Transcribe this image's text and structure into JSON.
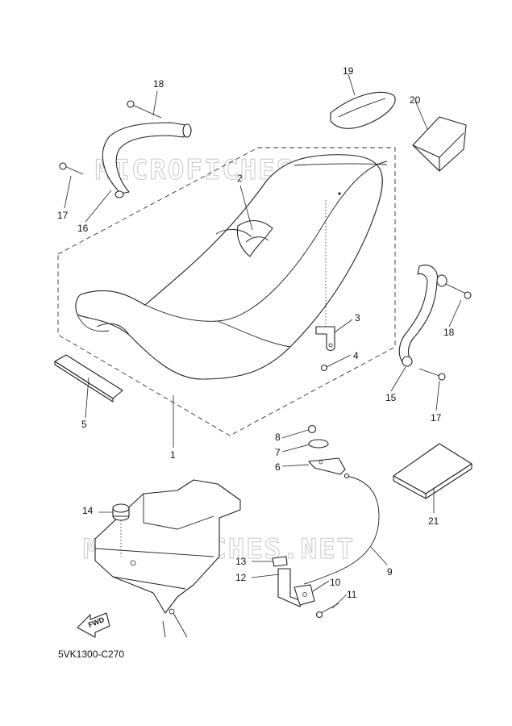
{
  "diagram": {
    "watermarks": [
      "MICROFICHES.NET",
      "MICROFICHES.NET"
    ],
    "callouts": [
      "1",
      "2",
      "3",
      "4",
      "5",
      "6",
      "7",
      "8",
      "9",
      "10",
      "11",
      "12",
      "13",
      "14",
      "15",
      "16",
      "17",
      "17",
      "18",
      "18",
      "19",
      "20",
      "21"
    ],
    "diagram_code": "5VK1300-C270",
    "fwd_label": "FWD"
  }
}
